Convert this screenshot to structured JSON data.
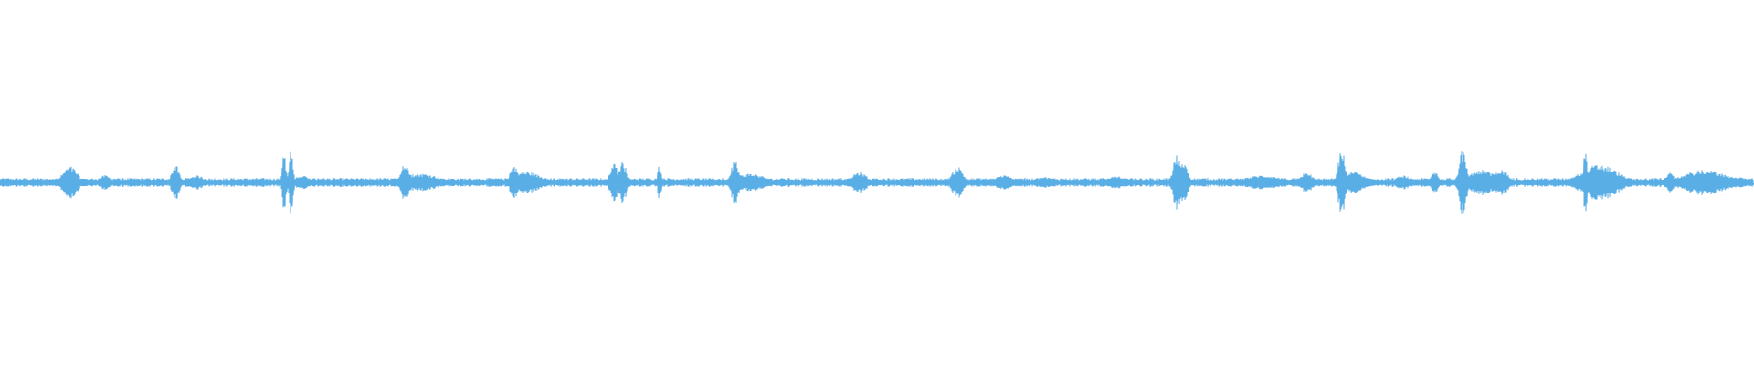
{
  "waveform": {
    "color": "#5aaee6",
    "background": "#ffffff",
    "baseline_amplitude": 0.006,
    "noise_amplitude": 0.012,
    "bursts": [
      {
        "t": 0.04,
        "amplitude": 0.045,
        "width": 0.004
      },
      {
        "t": 0.06,
        "amplitude": 0.02,
        "width": 0.003
      },
      {
        "t": 0.1,
        "amplitude": 0.05,
        "width": 0.002
      },
      {
        "t": 0.112,
        "amplitude": 0.02,
        "width": 0.004
      },
      {
        "t": 0.162,
        "amplitude": 0.09,
        "width": 0.001
      },
      {
        "t": 0.166,
        "amplitude": 0.11,
        "width": 0.001
      },
      {
        "t": 0.172,
        "amplitude": 0.02,
        "width": 0.004
      },
      {
        "t": 0.231,
        "amplitude": 0.06,
        "width": 0.002
      },
      {
        "t": 0.24,
        "amplitude": 0.025,
        "width": 0.01
      },
      {
        "t": 0.293,
        "amplitude": 0.05,
        "width": 0.002
      },
      {
        "t": 0.3,
        "amplitude": 0.03,
        "width": 0.008
      },
      {
        "t": 0.35,
        "amplitude": 0.06,
        "width": 0.002
      },
      {
        "t": 0.355,
        "amplitude": 0.06,
        "width": 0.002
      },
      {
        "t": 0.376,
        "amplitude": 0.05,
        "width": 0.001
      },
      {
        "t": 0.419,
        "amplitude": 0.065,
        "width": 0.002
      },
      {
        "t": 0.428,
        "amplitude": 0.025,
        "width": 0.008
      },
      {
        "t": 0.49,
        "amplitude": 0.03,
        "width": 0.004
      },
      {
        "t": 0.546,
        "amplitude": 0.045,
        "width": 0.003
      },
      {
        "t": 0.572,
        "amplitude": 0.02,
        "width": 0.005
      },
      {
        "t": 0.595,
        "amplitude": 0.015,
        "width": 0.005
      },
      {
        "t": 0.636,
        "amplitude": 0.02,
        "width": 0.004
      },
      {
        "t": 0.671,
        "amplitude": 0.08,
        "width": 0.002
      },
      {
        "t": 0.675,
        "amplitude": 0.06,
        "width": 0.002
      },
      {
        "t": 0.72,
        "amplitude": 0.02,
        "width": 0.01
      },
      {
        "t": 0.745,
        "amplitude": 0.03,
        "width": 0.003
      },
      {
        "t": 0.765,
        "amplitude": 0.09,
        "width": 0.002
      },
      {
        "t": 0.772,
        "amplitude": 0.03,
        "width": 0.006
      },
      {
        "t": 0.8,
        "amplitude": 0.02,
        "width": 0.004
      },
      {
        "t": 0.818,
        "amplitude": 0.03,
        "width": 0.002
      },
      {
        "t": 0.834,
        "amplitude": 0.09,
        "width": 0.002
      },
      {
        "t": 0.845,
        "amplitude": 0.035,
        "width": 0.008
      },
      {
        "t": 0.856,
        "amplitude": 0.035,
        "width": 0.004
      },
      {
        "t": 0.904,
        "amplitude": 0.1,
        "width": 0.001
      },
      {
        "t": 0.912,
        "amplitude": 0.05,
        "width": 0.01
      },
      {
        "t": 0.952,
        "amplitude": 0.03,
        "width": 0.002
      },
      {
        "t": 0.972,
        "amplitude": 0.035,
        "width": 0.012
      },
      {
        "t": 0.99,
        "amplitude": 0.015,
        "width": 0.008
      }
    ]
  }
}
